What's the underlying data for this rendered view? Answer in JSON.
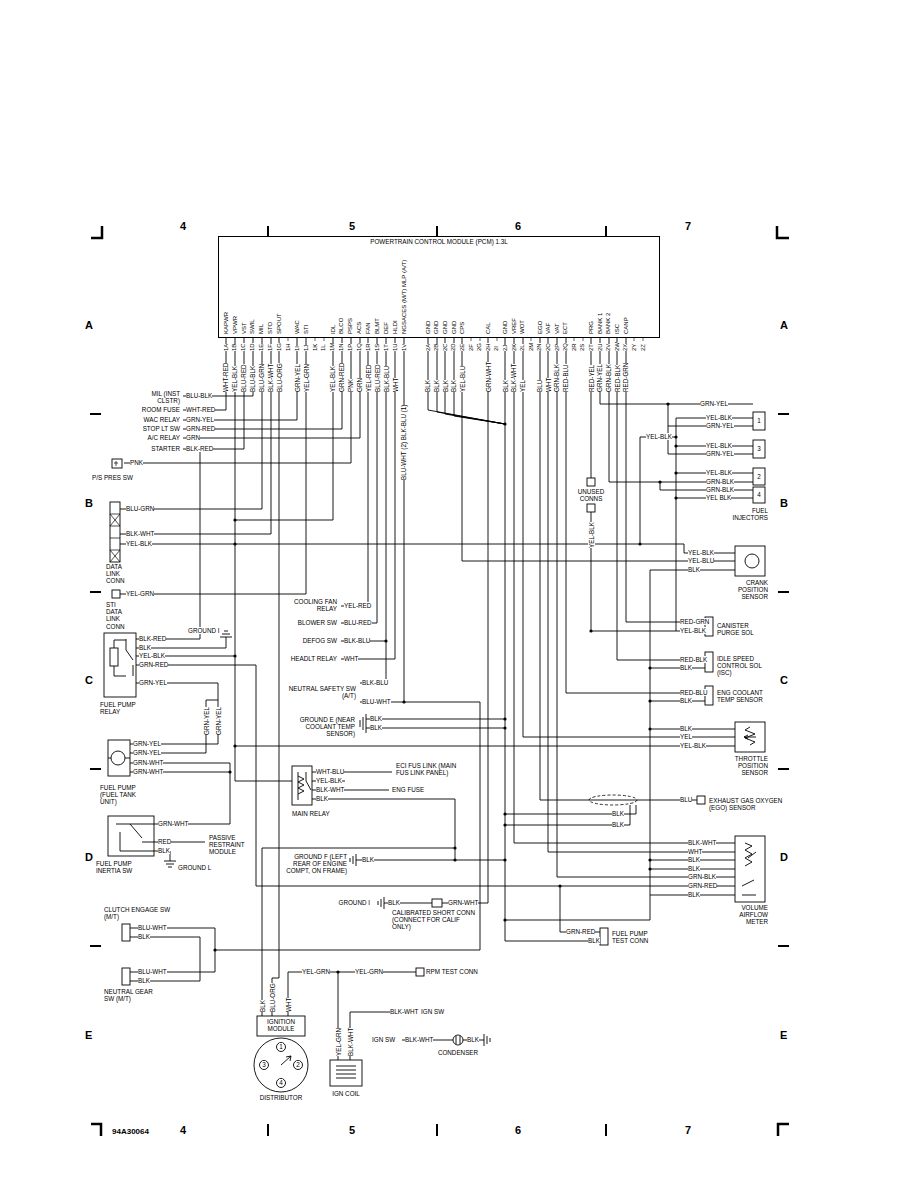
{
  "diagram": {
    "nodes": [
      {
        "text": [
          "POWERTRAIN CONTROL MODULE (PCM) 1.3L",
          "KAPWR",
          "VPWR",
          "VST",
          "SWIL",
          "MIL",
          "STO",
          "SPOUT",
          "WAC",
          "STI",
          "IDL",
          "BLCO",
          "PSPS",
          "ACS",
          "FAN",
          "BLMT",
          "DEF",
          "HLDI",
          "NGSACES (M/T) MLP (A/T)",
          "GND",
          "GND",
          "GND",
          "GND",
          "CPS",
          "CAL",
          "GND",
          "VREF",
          "WOT",
          "EGO",
          "VAF",
          "VAT",
          "ECT",
          "PRG",
          "BANK 1",
          "BANK 2",
          "ISC",
          "CANP"
        ]
      }
    ],
    "labels": [
      "4",
      "5",
      "6",
      "7",
      "A",
      "A",
      "B",
      "B",
      "C",
      "C",
      "D",
      "D",
      "E",
      "E",
      "94A30064",
      "4",
      "5",
      "6",
      "7",
      "1A",
      "1B",
      "1C",
      "1D",
      "1E",
      "1F",
      "1G",
      "1H",
      "1I",
      "1J",
      "1K",
      "1L",
      "1M",
      "1N",
      "1P",
      "1Q",
      "1R",
      "1S",
      "1T",
      "1U",
      "1V",
      "2A",
      "2B",
      "2C",
      "2D",
      "2E",
      "2F",
      "2G",
      "2H",
      "2I",
      "2J",
      "2K",
      "2L",
      "2M",
      "2N",
      "2O",
      "2P",
      "2Q",
      "2R",
      "2S",
      "2T",
      "2U",
      "2V",
      "2W",
      "2X",
      "2Y",
      "2Z",
      "WHT-RED",
      "YEL-BLK",
      "BLU-RED",
      "BLU-BLK",
      "BLU-GRN",
      "BLK-WHT",
      "BLU-ORG",
      "GRN-YEL",
      "YEL-GRN",
      "YEL-BLK",
      "GRN-RED",
      "PNK",
      "GRN",
      "YEL-RED",
      "BLU-RED",
      "BLK-BLU",
      "WHT",
      "BLU-WHT (2) BLK-BLU (1)",
      "BLK",
      "BLK",
      "BLK",
      "BLK",
      "YEL-BLU",
      "GRN-WHT",
      "BLK",
      "BLK-WHT",
      "YEL",
      "BLU",
      "WHT",
      "GRN-BLK",
      "RED-BLU",
      "RED-YEL",
      "GRN-YEL",
      "GRN-BLK",
      "RED-BLK",
      "RED-GRN",
      "MIL (INST CLSTR)",
      "BLU-BLK",
      "ROOM FUSE",
      "WHT-RED",
      "WAC RELAY",
      "GRN-YEL",
      "STOP LT SW",
      "GRN-RED",
      "A/C RELAY",
      "GRN",
      "STARTER",
      "BLK-RED",
      "PNK",
      "P/S PRES SW",
      "BLU-GRN",
      "BLK-WHT",
      "YEL-BLK",
      "DATA LINK CONN",
      "YEL-GRN",
      "STI DATA LINK CONN",
      "GROUND I",
      "BLK-RED",
      "BLK",
      "YEL-BLK",
      "GRN-RED",
      "GRN-YEL",
      "FUEL PUMP RELAY",
      "GRN-YEL",
      "GRN-YEL",
      "GRN-YEL",
      "GRN-YEL",
      "GRN-WHT",
      "GRN-WHT",
      "FUEL PUMP (FUEL TANK UNIT)",
      "GRN-WHT",
      "RED",
      "BLK",
      "PASSIVE RESTRAINT MODULE",
      "GROUND L",
      "FUEL PUMP INERTIA SW",
      "CLUTCH ENGAGE SW (M/T)",
      "BLU-WHT",
      "BLK",
      "BLU-WHT",
      "BLK",
      "NEUTRAL GEAR SW (M/T)",
      "COOLING FAN RELAY",
      "YEL-RED",
      "BLOWER SW",
      "BLU-RED",
      "DEFOG SW",
      "BLK-BLU",
      "HEADLT RELAY",
      "WHT",
      "NEUTRAL SAFETY SW (A/T)",
      "BLK-BLU",
      "BLU-WHT",
      "GROUND E (NEAR COOLANT TEMP SENSOR)",
      "BLK",
      "BLK",
      "ECI FUS LINK (MAIN FUS LINK PANEL)",
      "WHT-BLU",
      "YEL-BLK",
      "BLK-WHT",
      "BLK",
      "ENG FUSE",
      "MAIN RELAY",
      "GROUND F (LEFT REAR OF ENGINE COMPT, ON FRAME)",
      "BLK",
      "GROUND I",
      "BLK",
      "GRN-WHT",
      "CALIBRATED SHORT CONN (CONNECT FOR CALIF ONLY)",
      "BLK",
      "BLU-ORG",
      "WHT",
      "YEL-GRN",
      "YEL-GRN",
      "RPM TEST CONN",
      "BLK-WHT",
      "IGN SW",
      "IGN SW",
      "BLK-WHT",
      "BLK",
      "CONDENSER",
      "IGNITION MODULE",
      "1",
      "2",
      "3",
      "4",
      "DISTRIBUTOR",
      "IGN COIL",
      "YEL-GRN",
      "BLK-WHT",
      "GRN-YEL",
      "YEL-BLK",
      "GRN-YEL",
      "YEL-BLK",
      "YEL-BLK",
      "GRN-YEL",
      "YEL-BLK",
      "GRN-BLK",
      "GRN-BLK",
      "YEL BLK",
      "1",
      "3",
      "2",
      "4",
      "FUEL INJECTORS",
      "UNUSED CONNS",
      "YEL-BLK",
      "YEL-BLK",
      "YEL-BLU",
      "BLK",
      "CRANK POSITION SENSOR",
      "RED-GRN",
      "YEL-BLK",
      "CANISTER PURGE SOL",
      "RED-BLK",
      "BLK",
      "IDLE SPEED CONTROL SOL (ISC)",
      "RED-BLU",
      "BLK",
      "ENG COOLANT TEMP SENSOR",
      "BLK",
      "YEL",
      "YEL-BLK",
      "THROTTLE POSITION SENSOR",
      "BLU",
      "EXHAUST GAS OXYGEN (EGO) SENSOR",
      "BLK",
      "BLK",
      "BLK-WHT",
      "WHT",
      "BLK",
      "BLK",
      "GRN-BLK",
      "GRN-RED",
      "BLK",
      "VOLUME AIRFLOW METER",
      "GRN-RED",
      "BLK",
      "FUEL PUMP TEST CONN"
    ]
  }
}
